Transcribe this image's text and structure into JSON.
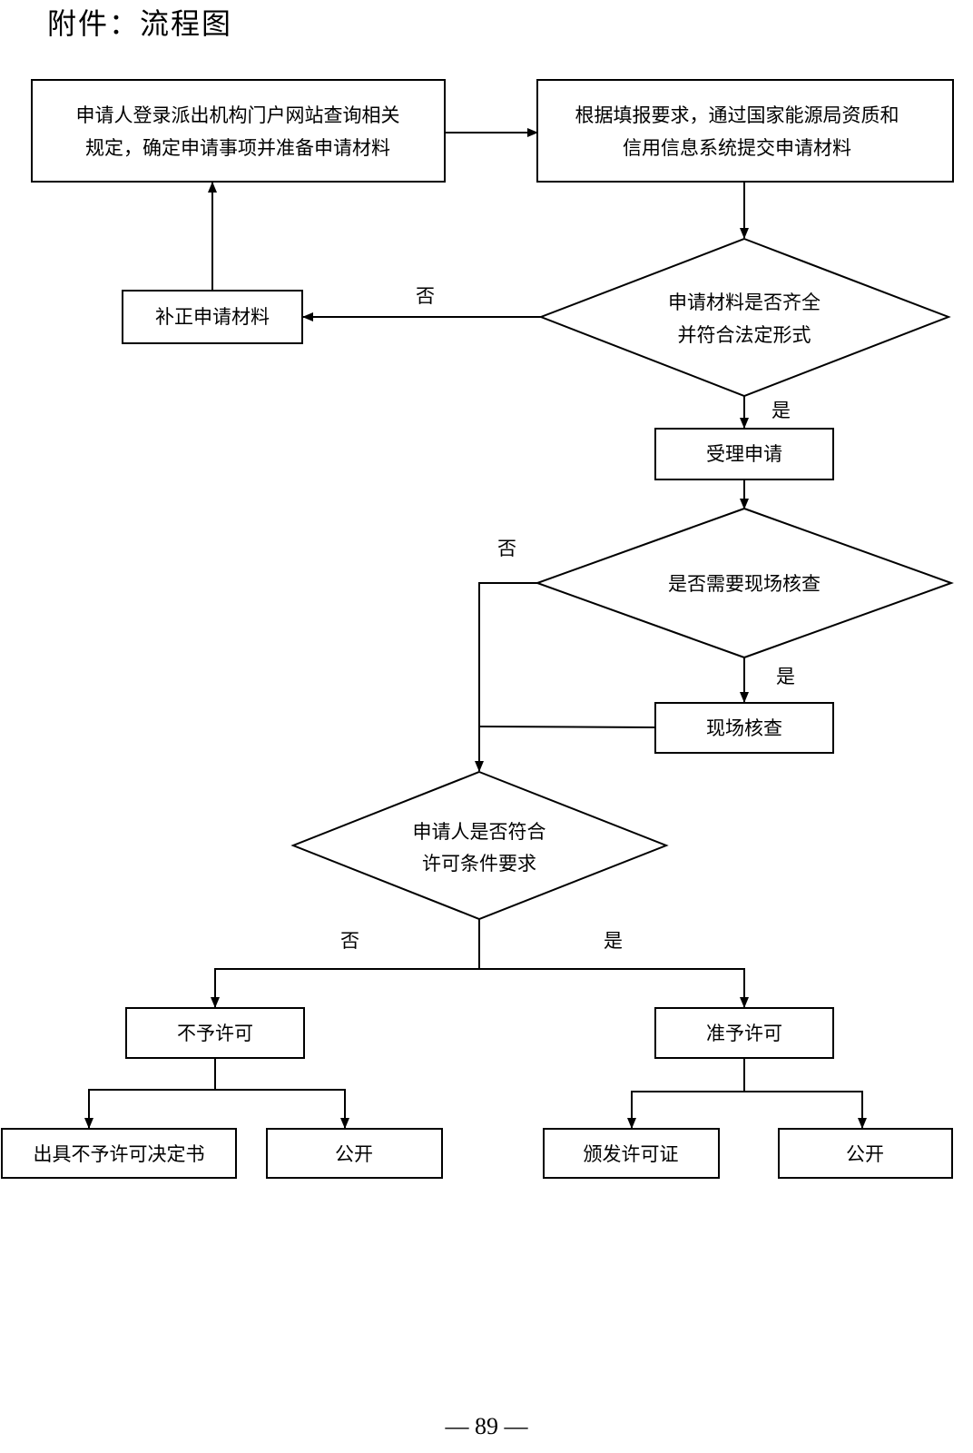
{
  "title": "附件：流程图",
  "nodes": {
    "step_login": [
      "申请人登录派出机构门户网站查询相关",
      "规定，确定申请事项并准备申请材料"
    ],
    "step_submit": [
      "根据填报要求，通过国家能源局资质和",
      "信用信息系统提交申请材料"
    ],
    "decision_complete": [
      "申请材料是否齐全",
      "并符合法定形式"
    ],
    "step_supplement": "补正申请材料",
    "step_accept": "受理申请",
    "decision_onsite": "是否需要现场核查",
    "step_onsite": "现场核查",
    "decision_eligible": [
      "申请人是否符合",
      "许可条件要求"
    ],
    "step_deny": "不予许可",
    "step_grant": "准予许可",
    "step_deny_letter": "出具不予许可决定书",
    "step_deny_public": "公开",
    "step_issue_cert": "颁发许可证",
    "step_grant_public": "公开"
  },
  "edge_labels": {
    "complete_no": "否",
    "complete_yes": "是",
    "onsite_no": "否",
    "onsite_yes": "是",
    "eligible_no": "否",
    "eligible_yes": "是"
  },
  "page_number": "— 89 —"
}
